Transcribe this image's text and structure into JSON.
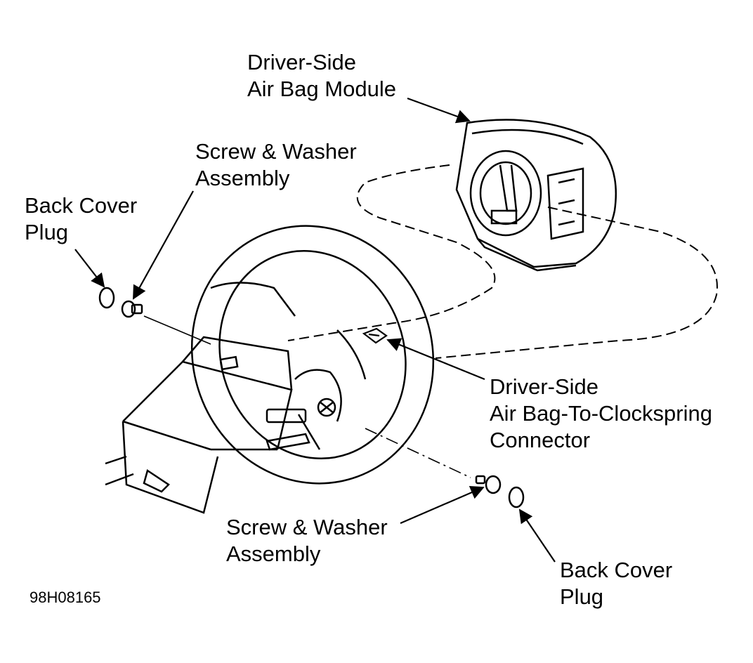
{
  "labels": {
    "airbag_module": [
      "Driver-Side",
      "Air Bag Module"
    ],
    "screw_washer_top": [
      "Screw & Washer",
      "Assembly"
    ],
    "back_cover_plug_left": [
      "Back Cover",
      "Plug"
    ],
    "clockspring_connector": [
      "Driver-Side",
      "Air Bag-To-Clockspring",
      "Connector"
    ],
    "screw_washer_bottom": [
      "Screw & Washer",
      "Assembly"
    ],
    "back_cover_plug_right": [
      "Back Cover",
      "Plug"
    ]
  },
  "figure_number": "98H08165"
}
